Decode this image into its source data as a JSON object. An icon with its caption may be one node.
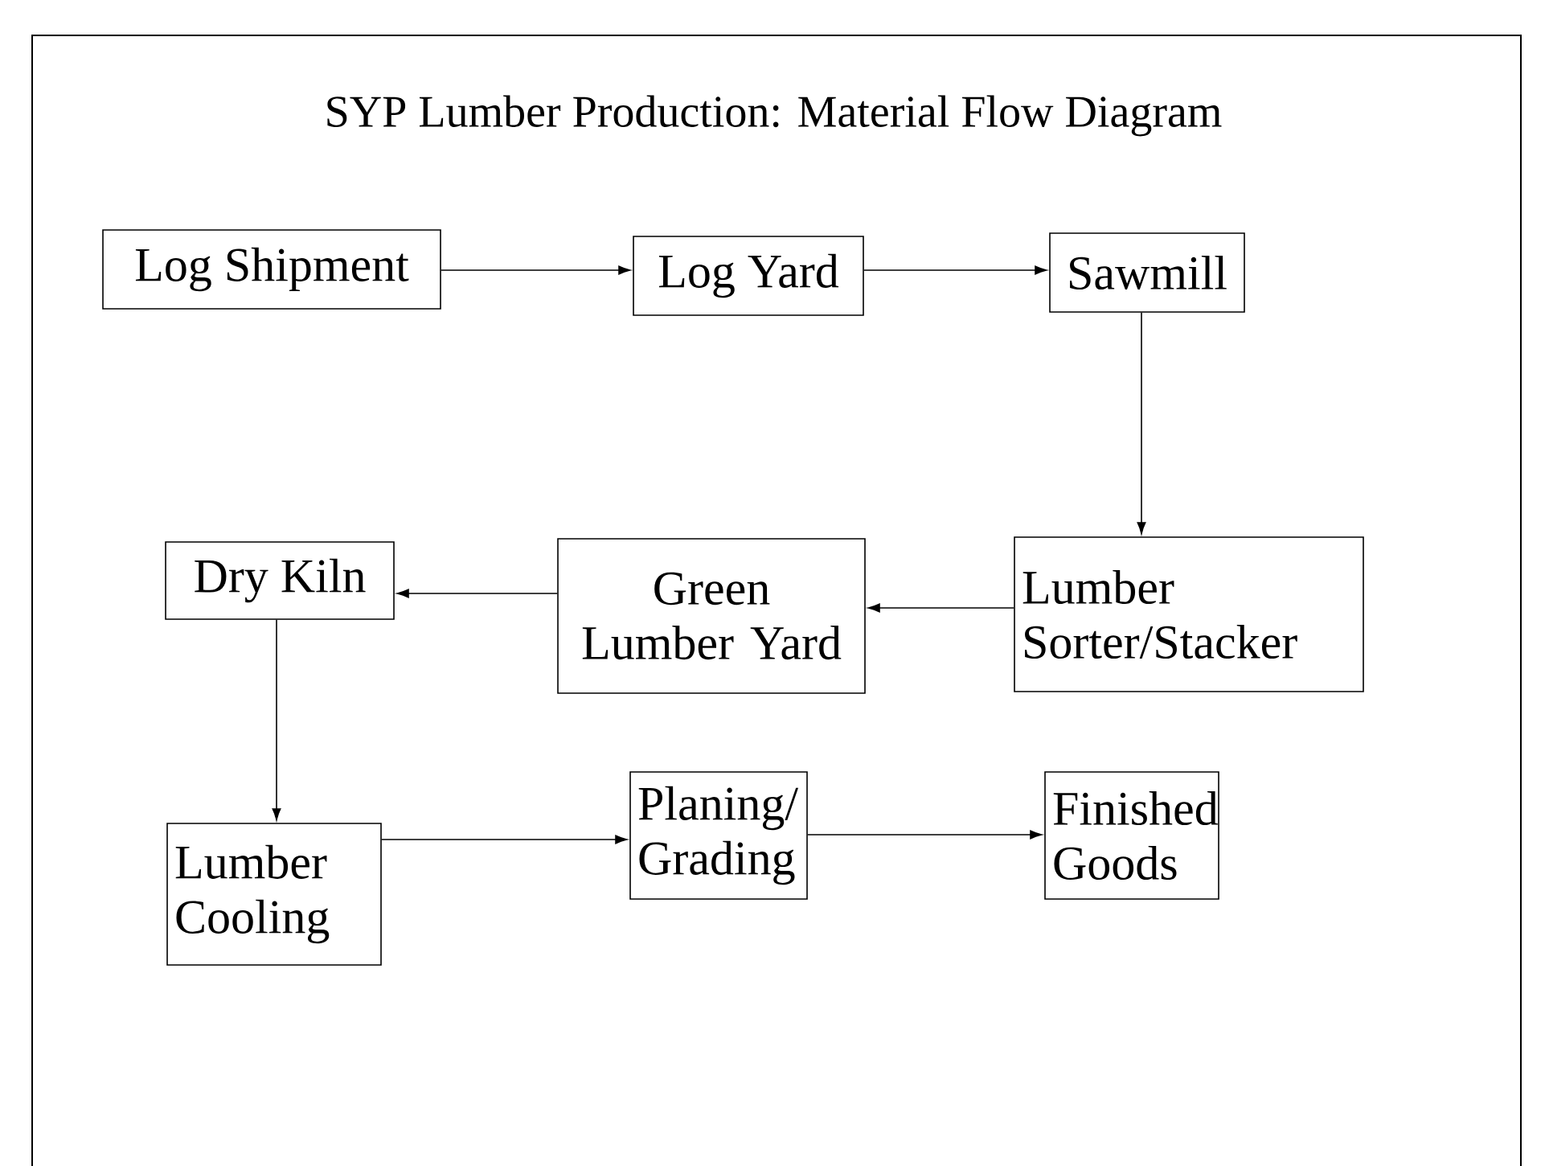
{
  "diagram": {
    "title": "SYP Lumber Production: Material Flow Diagram",
    "nodes": [
      {
        "text": [
          "Log Shipment"
        ]
      },
      {
        "text": [
          "Log Yard"
        ]
      },
      {
        "text": [
          "Sawmill"
        ]
      },
      {
        "text": [
          "Lumber Sorter/Stacker"
        ]
      },
      {
        "text": [
          "Green Lumber Yard"
        ]
      },
      {
        "text": [
          "Dry Kiln"
        ]
      },
      {
        "text": [
          "Lumber Cooling"
        ]
      },
      {
        "text": [
          "Planing/ Grading"
        ]
      },
      {
        "text": [
          "Finished Goods"
        ]
      }
    ],
    "edges": [
      {
        "from": 0,
        "to": 1,
        "arrow": "to"
      },
      {
        "from": 1,
        "to": 2,
        "arrow": "to"
      },
      {
        "from": 2,
        "to": 3,
        "arrow": "to"
      },
      {
        "from": 3,
        "to": 4,
        "arrow": "to"
      },
      {
        "from": 4,
        "to": 5,
        "arrow": "to"
      },
      {
        "from": 5,
        "to": 6,
        "arrow": "to"
      },
      {
        "from": 6,
        "to": 7,
        "arrow": "to"
      },
      {
        "from": 7,
        "to": 8,
        "arrow": "to"
      }
    ]
  }
}
